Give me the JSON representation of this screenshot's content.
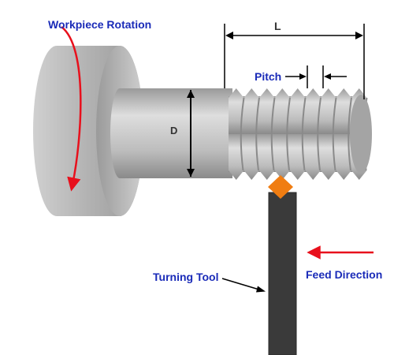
{
  "labels": {
    "workpiece_rotation": "Workpiece Rotation",
    "length": "L",
    "pitch": "Pitch",
    "diameter": "D",
    "turning_tool": "Turning Tool",
    "feed_direction": "Feed Direction"
  },
  "colors": {
    "label_text": "#1a2bb8",
    "rotation_arrow": "#e8101c",
    "feed_arrow": "#e8101c",
    "tool_body": "#3a3a3a",
    "tool_tip": "#f07d12",
    "metal_light": "#d8d8d8",
    "metal_dark": "#8c8c8c"
  }
}
